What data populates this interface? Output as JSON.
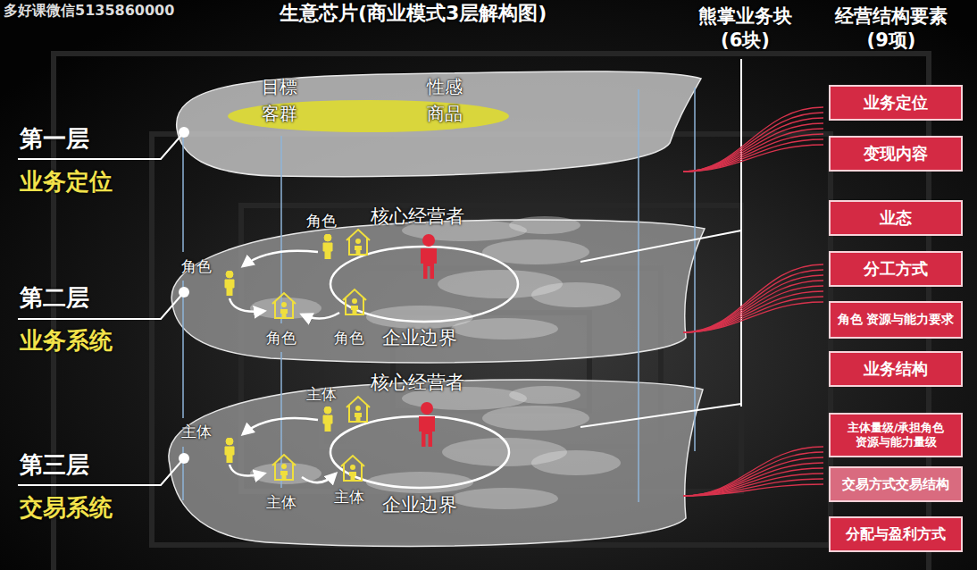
{
  "diagram": {
    "title": "生意芯片(商业模式3层解构图)",
    "nodes": [
      {
        "text": [
          "第一层",
          "业务定位"
        ]
      },
      {
        "text": [
          "目標客群",
          "性感商品"
        ],
        "in": 0
      },
      {
        "text": [
          "第二层",
          "业务系统"
        ]
      },
      {
        "text": [
          "第三层",
          "交易系统"
        ]
      },
      {
        "text": [
          "业务定位"
        ]
      },
      {
        "text": [
          "变现内容"
        ]
      },
      {
        "text": [
          "业态"
        ]
      },
      {
        "text": [
          "分工方式"
        ]
      },
      {
        "text": [
          "角色 资源与能力要求"
        ]
      },
      {
        "text": [
          "业务结构"
        ]
      },
      {
        "text": [
          "主体量级/承担角色 资源与能力量级"
        ]
      },
      {
        "text": [
          "交易方式交易结构"
        ]
      },
      {
        "text": [
          "分配与盈利方式"
        ]
      }
    ],
    "labels": [
      "多好课微信5135860000",
      "熊掌业务块 (6块)",
      "经营结构要素 (9项)",
      "角色",
      "角色",
      "角色",
      "角色",
      "核心经营者",
      "企业边界",
      "主体",
      "主体",
      "主体",
      "主体",
      "核心经营者",
      "企业边界"
    ]
  }
}
